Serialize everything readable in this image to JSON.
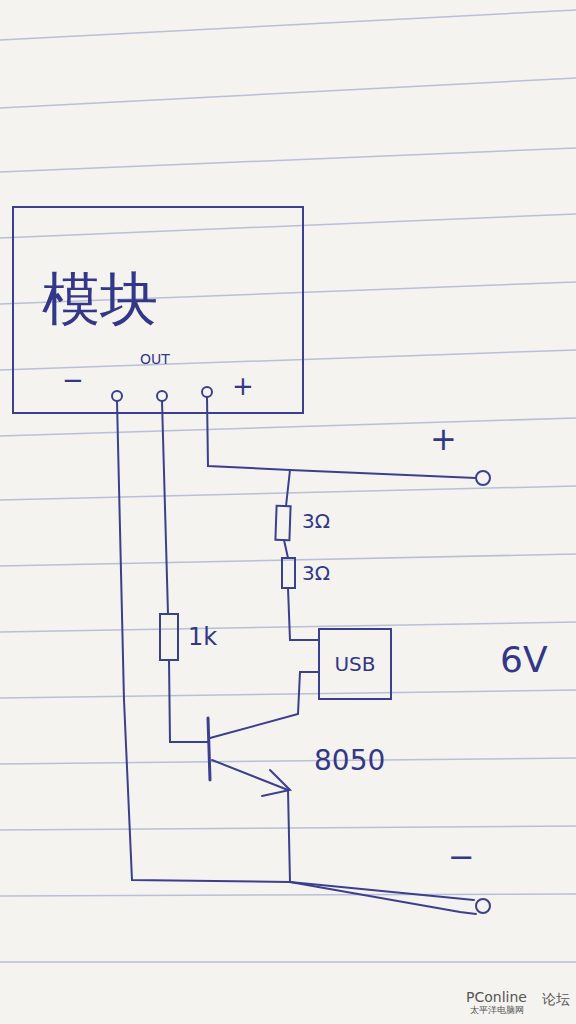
{
  "diagram": {
    "nodes": [
      {
        "text": [
          "模块"
        ]
      },
      {
        "text": [
          "USB"
        ]
      }
    ],
    "labels": [
      "−",
      "OUT",
      "+",
      "+",
      "3Ω",
      "3Ω",
      "1k",
      "8050",
      "6V",
      "−",
      "PConline",
      "太平洋电脑网",
      "论坛"
    ]
  }
}
